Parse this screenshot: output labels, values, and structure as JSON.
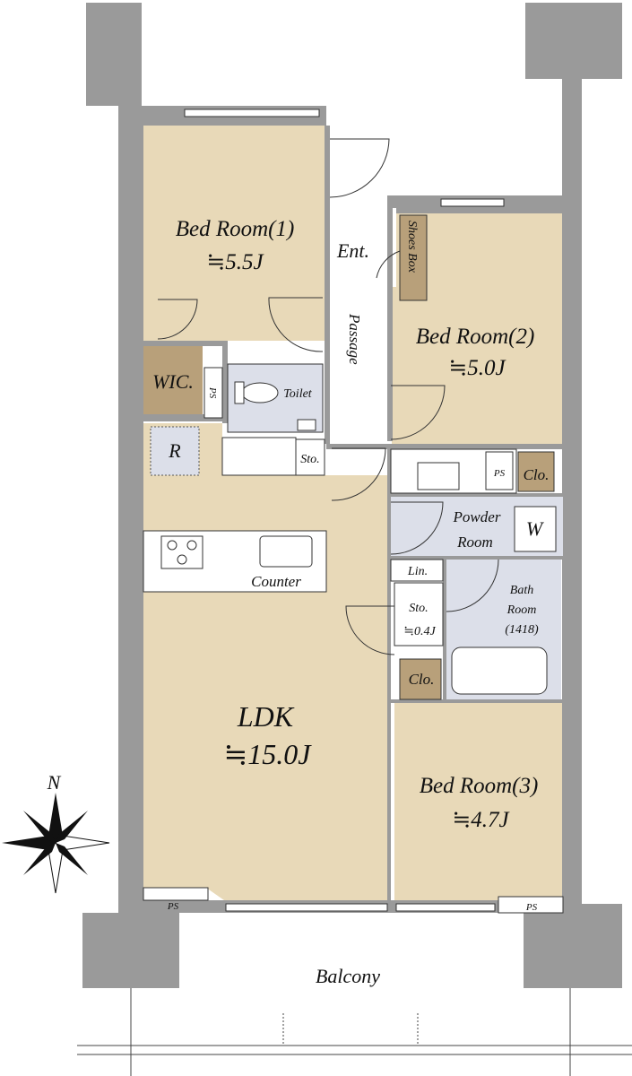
{
  "colors": {
    "wall": "#9a9a9a",
    "room_floor": "#e8d9b8",
    "wet_area": "#dcdfe9",
    "storage": "#b8a07a",
    "white": "#ffffff",
    "line": "#333333"
  },
  "rooms": {
    "bed1": {
      "name": "Bed Room(1)",
      "size": "≒5.5J"
    },
    "bed2": {
      "name": "Bed Room(2)",
      "size": "≒5.0J"
    },
    "bed3": {
      "name": "Bed Room(3)",
      "size": "≒4.7J"
    },
    "ldk": {
      "name": "LDK",
      "size": "≒15.0J"
    },
    "entrance": "Ent.",
    "shoes_box": "Shoes Box",
    "passage": "Passage",
    "wic": "WIC.",
    "toilet": "Toilet",
    "refrigerator": "R",
    "storage_small": "Sto.",
    "storage_mid": {
      "name": "Sto.",
      "size": "≒0.4J"
    },
    "closet2": "Clo.",
    "closet3": "Clo.",
    "powder_room": [
      "Powder",
      "Room"
    ],
    "washer": "W",
    "linen": "Lin.",
    "bath_room": [
      "Bath",
      "Room",
      "(1418)"
    ],
    "counter": "Counter",
    "balcony": "Balcony",
    "ps": [
      "PS",
      "PS",
      "PS",
      "PS"
    ]
  },
  "compass": {
    "label": "N"
  }
}
